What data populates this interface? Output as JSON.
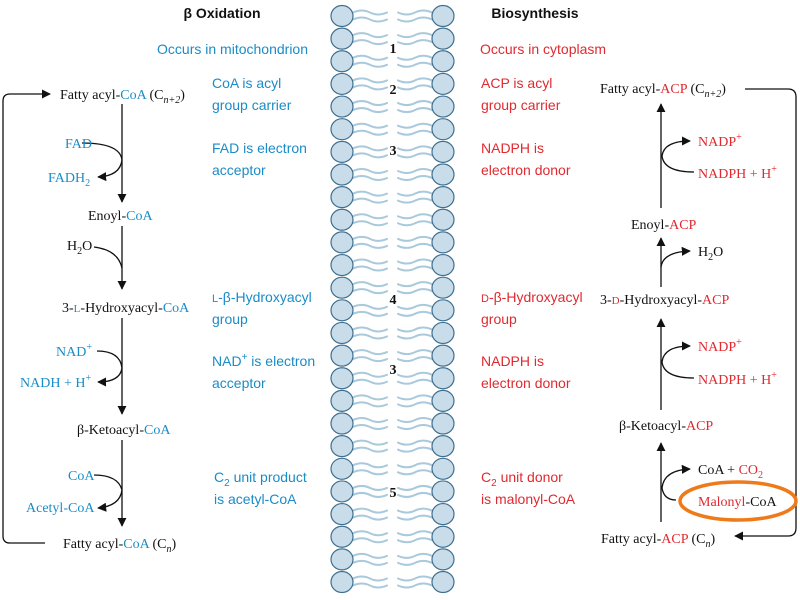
{
  "colors": {
    "blue": "#1a8cc7",
    "red": "#e02a30",
    "black": "#111111",
    "membrane_head_fill": "#c8dcea",
    "membrane_head_stroke": "#3f6f8f",
    "membrane_tail": "#a9c9dd",
    "highlight": "#ef7a1a"
  },
  "headers": {
    "left": "β Oxidation",
    "right": "Biosynthesis"
  },
  "comparisons": [
    {
      "num": "1",
      "left": [
        "Occurs in mitochondrion"
      ],
      "right": [
        "Occurs in cytoplasm"
      ]
    },
    {
      "num": "2",
      "left": [
        "CoA is acyl",
        "group carrier"
      ],
      "right": [
        "ACP is acyl",
        "group carrier"
      ]
    },
    {
      "num": "3",
      "left": [
        "FAD is electron",
        "acceptor"
      ],
      "right": [
        "NADPH is",
        "electron donor"
      ]
    },
    {
      "num": "4",
      "left_prefix": "L",
      "left_line1_rest": "-β-Hydroxyacyl",
      "left_line2": "group",
      "right_prefix": "D",
      "right_line1_rest": "-β-Hydroxyacyl",
      "right_line2": "group"
    },
    {
      "num": "3",
      "left_nad": "NAD",
      "left_nad_sup": "+",
      "left_rest": " is electron",
      "left_line2": "acceptor",
      "right": [
        "NADPH is",
        "electron donor"
      ]
    },
    {
      "num": "5",
      "left_c": "C",
      "left_sub": "2",
      "left_rest": " unit product",
      "left_line2": "is acetyl-CoA",
      "right_c": "C",
      "right_sub": "2",
      "right_rest": " unit donor",
      "right_line2": "is malonyl-CoA"
    }
  ],
  "left_pathway": {
    "fatty_acyl_top": {
      "a": "Fatty acyl-",
      "b": "CoA",
      "c": " (C",
      "sub": "n+2",
      "d": ")"
    },
    "fad": "FAD",
    "fadh2": {
      "a": "FADH",
      "sub": "2"
    },
    "enoyl": {
      "a": "Enoyl-",
      "b": "CoA"
    },
    "h2o": {
      "a": "H",
      "sub": "2",
      "b": "O"
    },
    "hydroxyacyl": {
      "a": "3-",
      "b": "L",
      "c": "-Hydroxyacyl-",
      "d": "CoA"
    },
    "nad": {
      "a": "NAD",
      "sup": "+"
    },
    "nadh": {
      "a": "NADH + H",
      "sup": "+"
    },
    "ketoacyl": {
      "a": "β-Ketoacyl-",
      "b": "CoA"
    },
    "coa": "CoA",
    "acetyl_coa": "Acetyl-CoA",
    "fatty_acyl_bottom": {
      "a": "Fatty acyl-",
      "b": "CoA",
      "c": " (C",
      "sub": "n",
      "d": ")"
    }
  },
  "right_pathway": {
    "fatty_acyl_top": {
      "a": "Fatty acyl-",
      "b": "ACP",
      "c": " (C",
      "sub": "n+2",
      "d": ")"
    },
    "nadp_1": {
      "a": "NADP",
      "sup": "+"
    },
    "nadph_1": {
      "a": "NADPH + H",
      "sup": "+"
    },
    "enoyl": {
      "a": "Enoyl-",
      "b": "ACP"
    },
    "h2o": {
      "a": "H",
      "sub": "2",
      "b": "O"
    },
    "hydroxyacyl": {
      "a": "3-",
      "b": "D",
      "c": "-Hydroxyacyl-",
      "d": "ACP"
    },
    "nadp_2": {
      "a": "NADP",
      "sup": "+"
    },
    "nadph_2": {
      "a": "NADPH + H",
      "sup": "+"
    },
    "ketoacyl": {
      "a": "β-Ketoacyl-",
      "b": "ACP"
    },
    "coa_co2": {
      "a": "CoA + ",
      "b": "CO",
      "sub": "2"
    },
    "malonyl": {
      "a": "Malonyl",
      "b": "-CoA"
    },
    "fatty_acyl_bottom": {
      "a": "Fatty acyl-",
      "b": "ACP",
      "c": " (C",
      "sub": "n",
      "d": ")"
    }
  }
}
